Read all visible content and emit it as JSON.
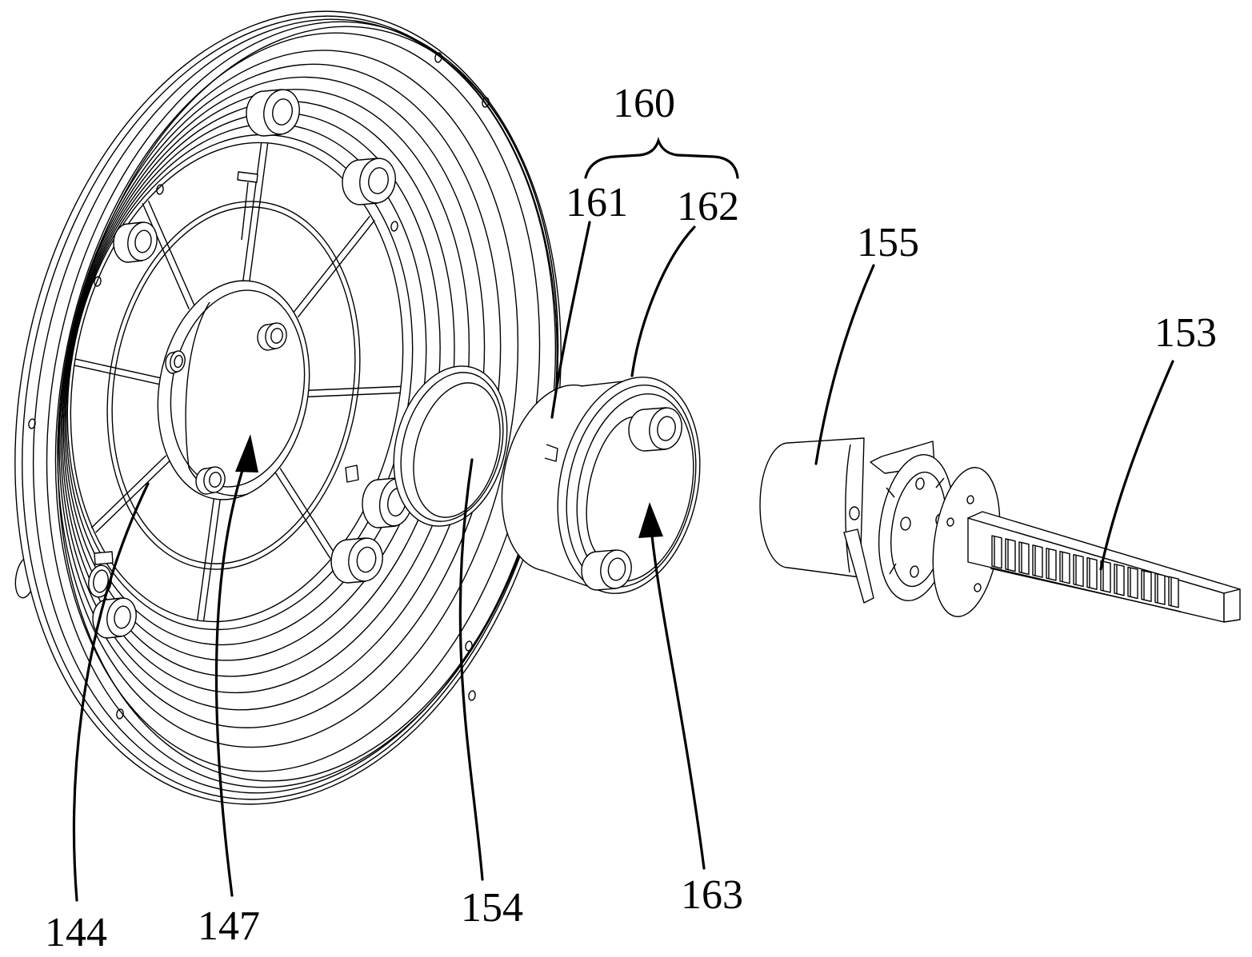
{
  "figure": {
    "labels": {
      "assembly_160": "160",
      "part_161": "161",
      "part_162": "162",
      "part_155": "155",
      "part_153": "153",
      "part_144": "144",
      "part_147": "147",
      "part_154": "154",
      "part_163": "163"
    }
  },
  "colors": {
    "line": "#000000",
    "background": "#ffffff"
  }
}
